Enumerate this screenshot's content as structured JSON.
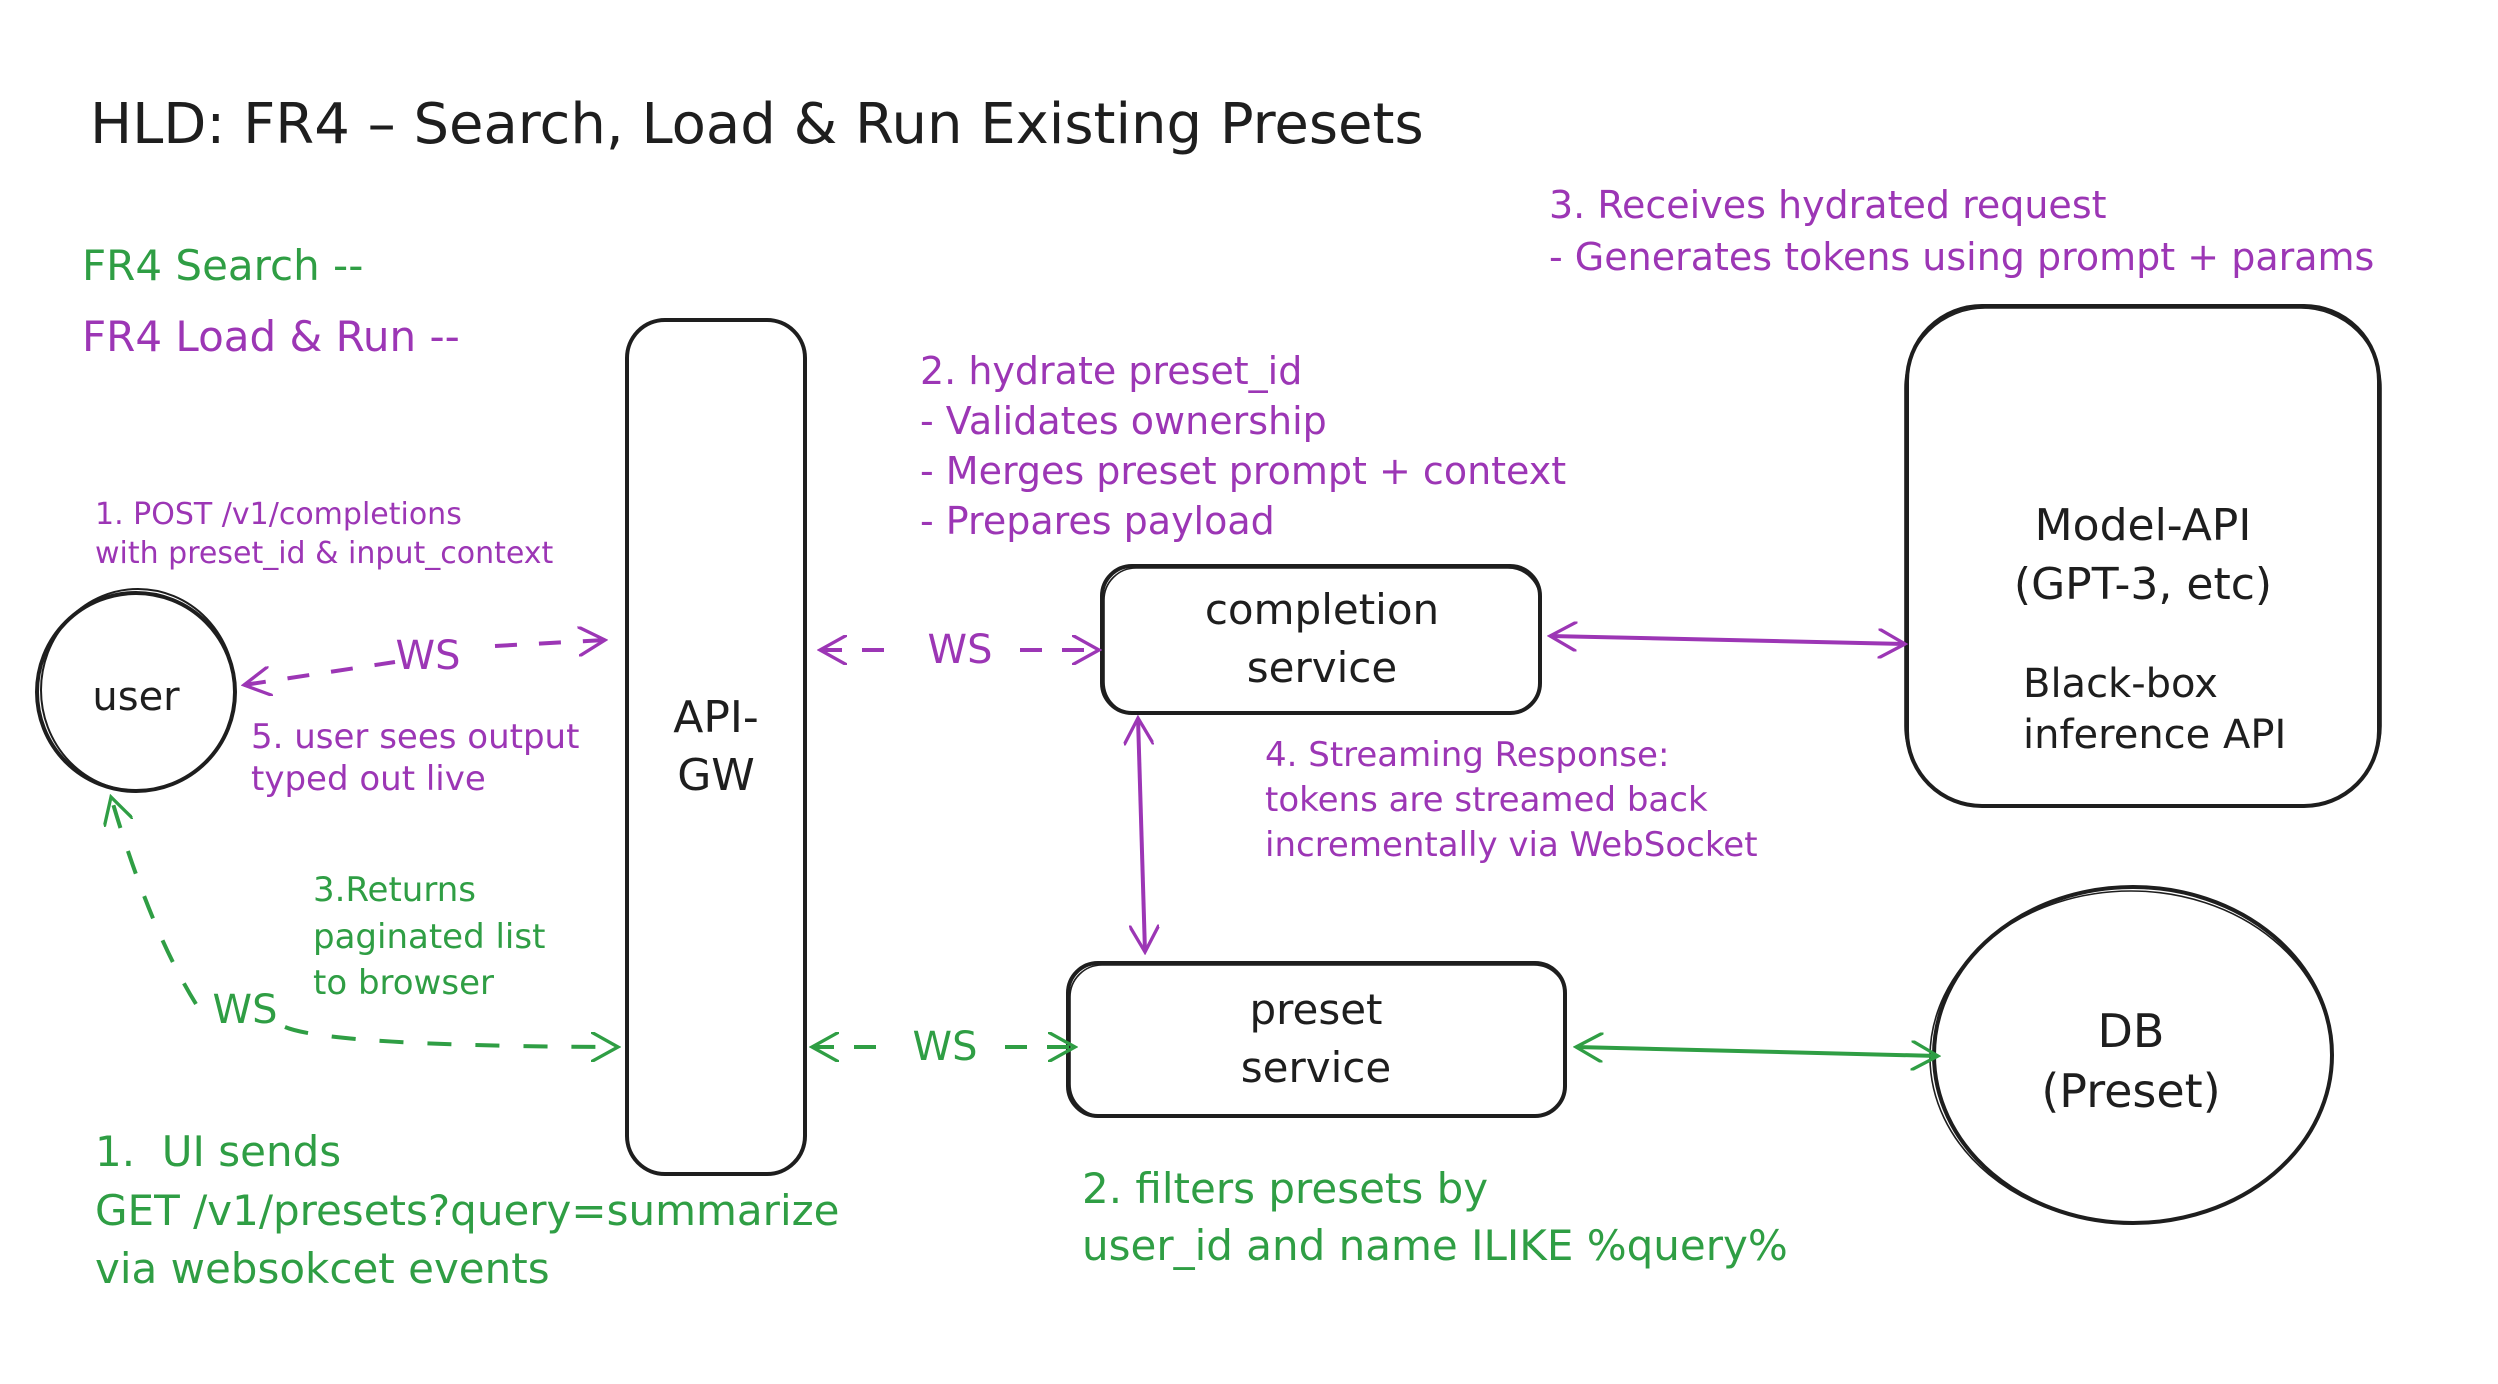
{
  "title": "HLD: FR4 – Search, Load & Run Existing Presets",
  "legend": {
    "search": "FR4 Search --",
    "load_run": "FR4 Load & Run --"
  },
  "colors": {
    "ink": "#1e1e1e",
    "load_run_flow": "#9c36b5",
    "search_flow": "#2f9e44"
  },
  "nodes": {
    "user": "user",
    "api_gw": [
      "API-",
      "GW"
    ],
    "completion_service": [
      "completion",
      "service"
    ],
    "preset_service": [
      "preset",
      "service"
    ],
    "model_api": {
      "title": [
        "Model-API",
        "(GPT-3, etc)"
      ],
      "subtitle": [
        "Black-box",
        "inference API"
      ]
    },
    "db": [
      "DB",
      "(Preset)"
    ]
  },
  "edges": {
    "user_api_ws": "WS",
    "api_completion_ws": "WS",
    "api_preset_ws": "WS",
    "api_user_search_ws": "WS"
  },
  "load_run_notes": {
    "step1": [
      "1. POST /v1/completions",
      "with preset_id & input_context"
    ],
    "step2": [
      "2. hydrate preset_id",
      "- Validates ownership",
      "- Merges preset prompt + context",
      "- Prepares payload"
    ],
    "step3": [
      "3. Receives hydrated request",
      "- Generates tokens using prompt + params"
    ],
    "step4": [
      "4. Streaming Response:",
      "tokens are streamed back",
      "incrementally via WebSocket"
    ],
    "step5": [
      "5. user sees output",
      "typed out live"
    ]
  },
  "search_notes": {
    "step1": [
      "1.  UI sends",
      "GET /v1/presets?query=summarize",
      "via websokcet events"
    ],
    "step2": [
      "2. filters presets by",
      "user_id and name ILIKE %query%"
    ],
    "step3": [
      "3.Returns",
      "paginated list",
      "to browser"
    ]
  }
}
